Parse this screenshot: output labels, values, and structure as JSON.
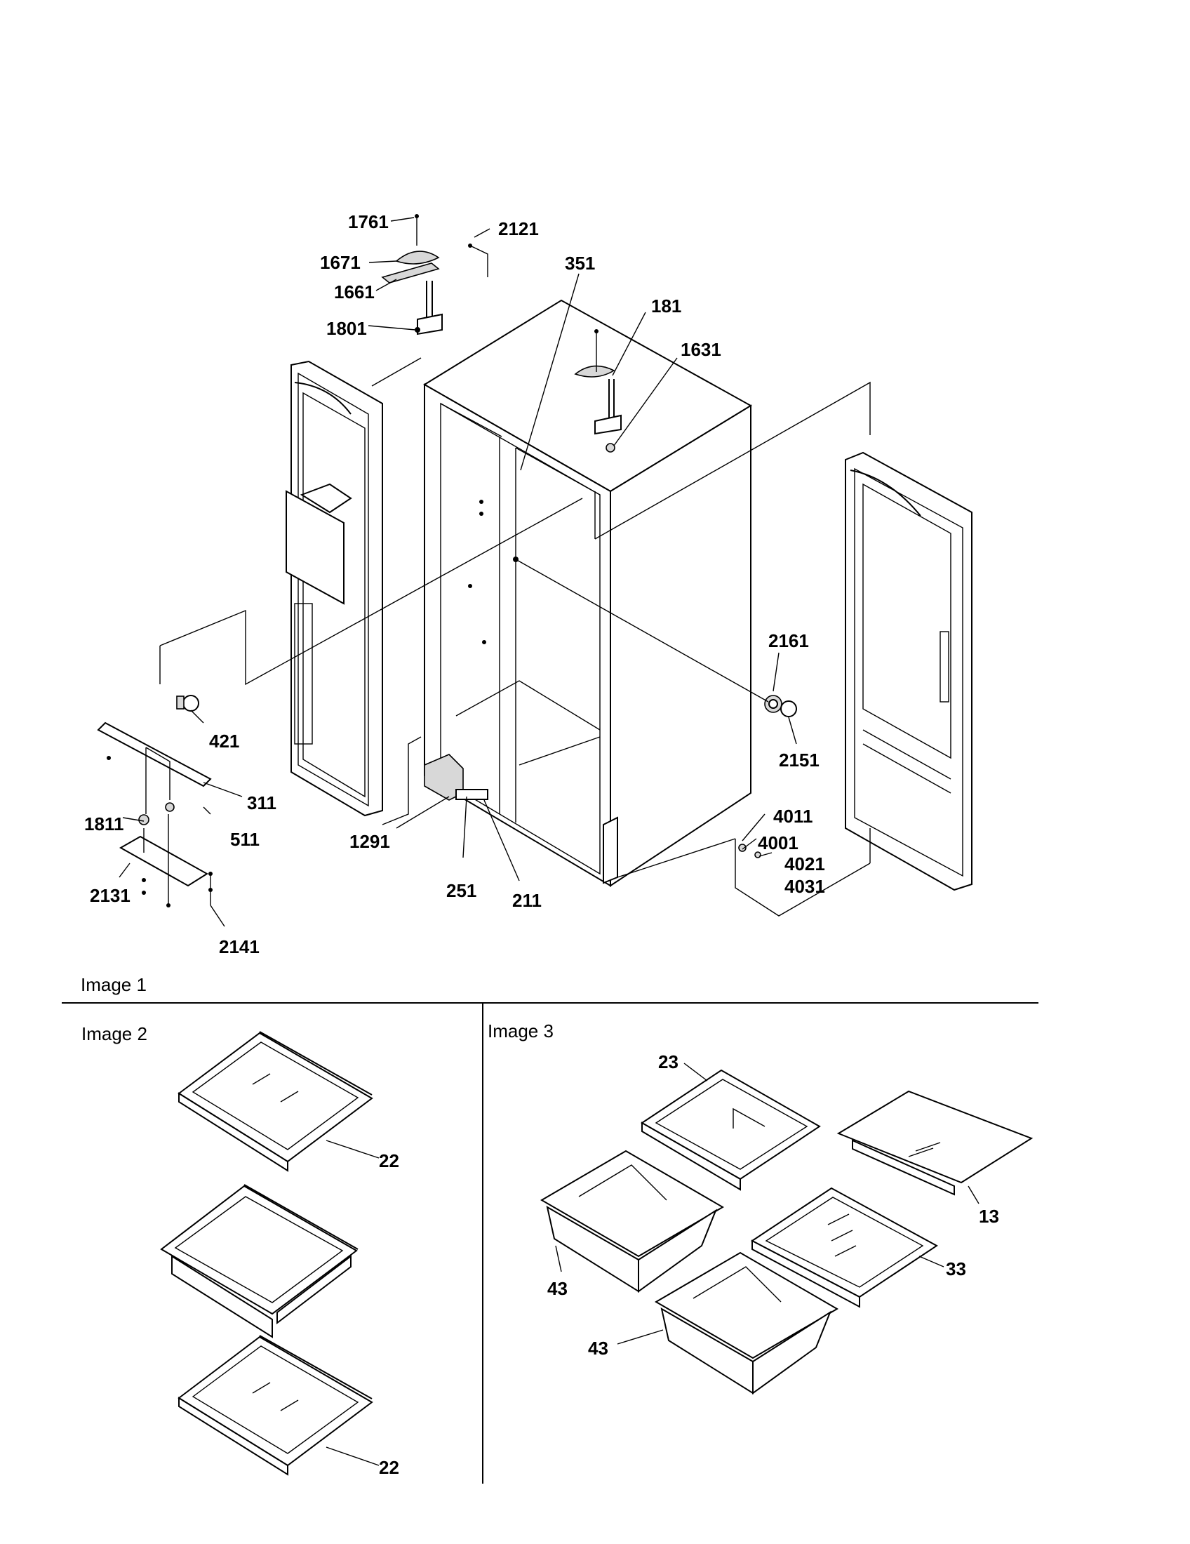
{
  "captions": {
    "image1": "Image 1",
    "image2": "Image 2",
    "image3": "Image 3"
  },
  "callouts": {
    "c1761": "1761",
    "c2121": "2121",
    "c1671": "1671",
    "c1661": "1661",
    "c1801": "1801",
    "c351": "351",
    "c181": "181",
    "c1631": "1631",
    "c2161": "2161",
    "c2151": "2151",
    "c421": "421",
    "c311": "311",
    "c1811": "1811",
    "c511": "511",
    "c1291": "1291",
    "c2131": "2131",
    "c2141": "2141",
    "c251": "251",
    "c211": "211",
    "c4011": "4011",
    "c4001": "4001",
    "c4021": "4021",
    "c4031": "4031",
    "c22a": "22",
    "c22b": "22",
    "c23": "23",
    "c13": "13",
    "c43a": "43",
    "c33": "33",
    "c43b": "43"
  }
}
